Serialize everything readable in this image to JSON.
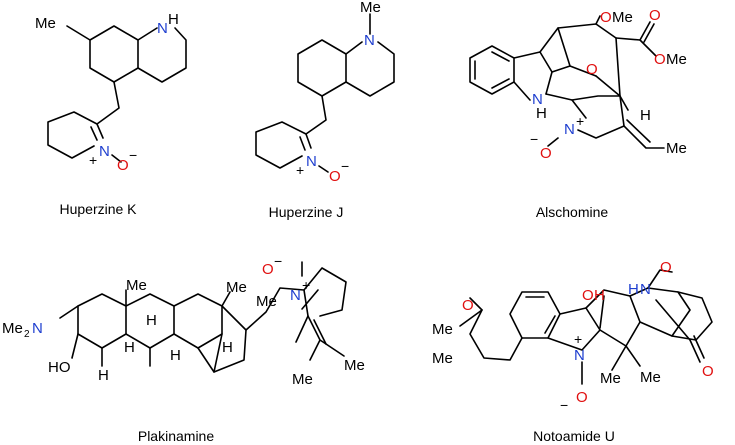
{
  "compounds": [
    {
      "name": "Huperzine K",
      "atoms": {
        "me": "Me",
        "nh_n": "N",
        "nh_h": "H",
        "n": "N",
        "plus": "+",
        "o": "O",
        "minus": "−"
      }
    },
    {
      "name": "Huperzine J",
      "atoms": {
        "me": "Me",
        "n_ring": "N",
        "n": "N",
        "plus": "+",
        "o": "O",
        "minus": "−"
      }
    },
    {
      "name": "Alschomine",
      "atoms": {
        "ome_o": "O",
        "ome_me": "Me",
        "ester_o": "O",
        "ester_o2": "O",
        "ester_me": "Me",
        "ring_o": "O",
        "nh_n": "N",
        "nh_h": "H",
        "h": "H",
        "n": "N",
        "plus": "+",
        "minus": "−",
        "o": "O",
        "me": "Me"
      }
    },
    {
      "name": "Plakinamine",
      "atoms": {
        "o_top": "O",
        "minus_top": "−",
        "n": "N",
        "plus": "+",
        "me2": "Me",
        "me2_sub": "2",
        "n2": "N",
        "me_a": "Me",
        "me_b": "Me",
        "me_c": "Me",
        "h1": "H",
        "h2": "H",
        "h3": "H",
        "h4": "H",
        "ho": "HO",
        "h5": "H",
        "me_d": "Me",
        "me_e": "Me"
      }
    },
    {
      "name": "Notoamide U",
      "atoms": {
        "o_ring": "O",
        "me_a": "Me",
        "me_b": "Me",
        "ho_o": "O",
        "ho_h": "H",
        "hn_h": "H",
        "hn_n": "N",
        "o_ketone1": "O",
        "o_ketone2": "O",
        "n": "N",
        "plus": "+",
        "o": "O",
        "minus": "−",
        "me_c": "Me",
        "me_d": "Me"
      }
    }
  ]
}
